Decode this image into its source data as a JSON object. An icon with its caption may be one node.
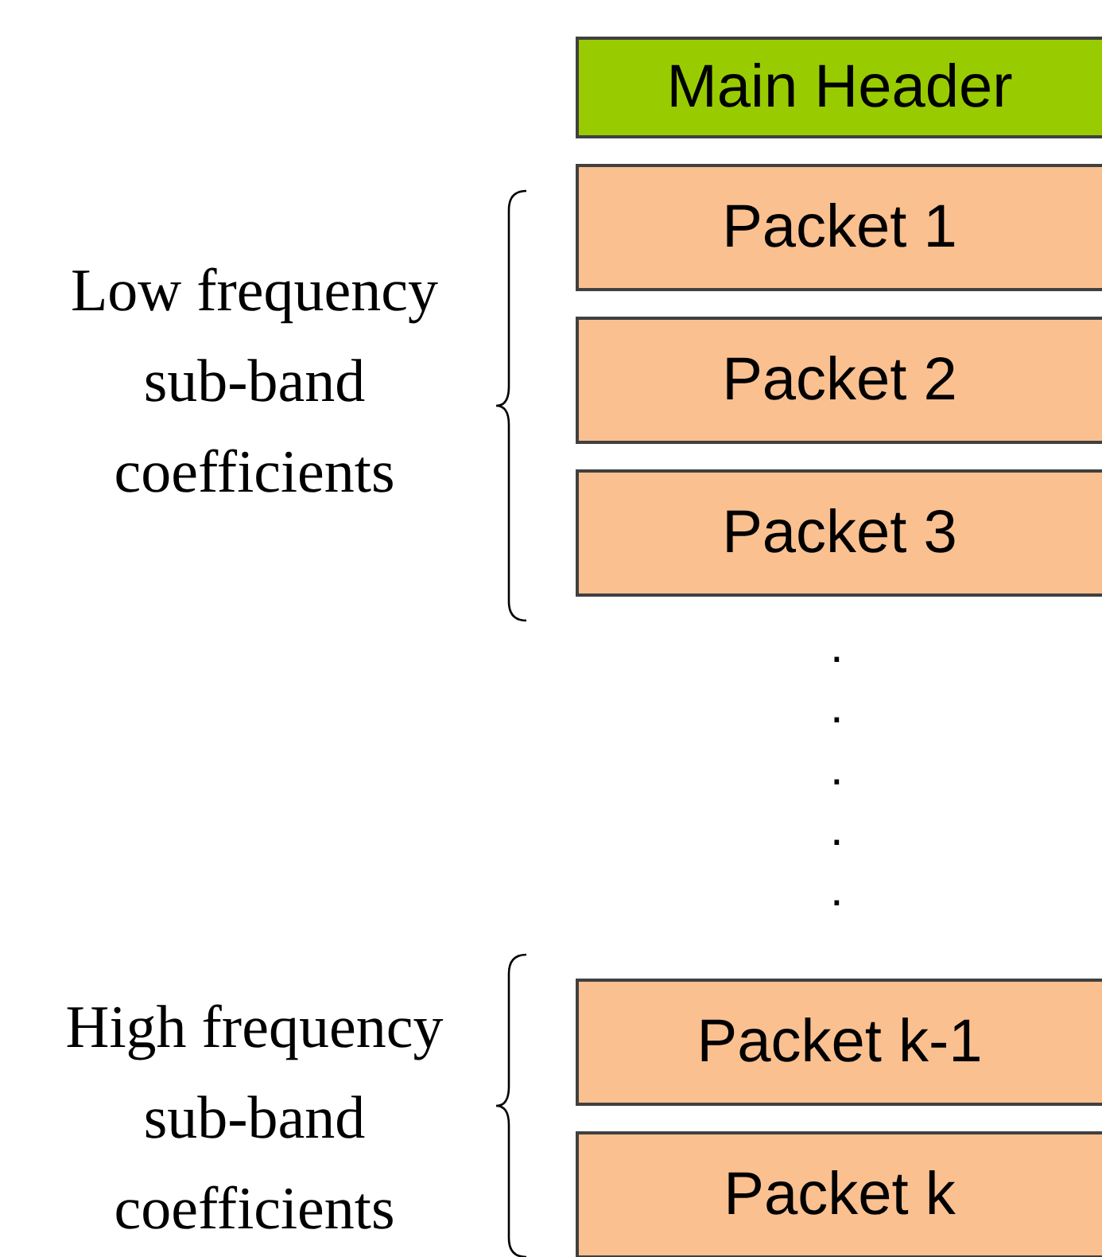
{
  "diagram": {
    "nodes": [
      {
        "text": [
          "Main Header"
        ]
      },
      {
        "text": [
          "Packet 1"
        ]
      },
      {
        "text": [
          "Packet 2"
        ]
      },
      {
        "text": [
          "Packet 3"
        ]
      },
      {
        "text": [
          "Packet k-1"
        ]
      },
      {
        "text": [
          "Packet k"
        ]
      }
    ],
    "labels": [
      "Low frequency sub-band coefficients",
      ".",
      ".",
      ".",
      ".",
      ".",
      "High frequency sub-band coefficients"
    ]
  }
}
